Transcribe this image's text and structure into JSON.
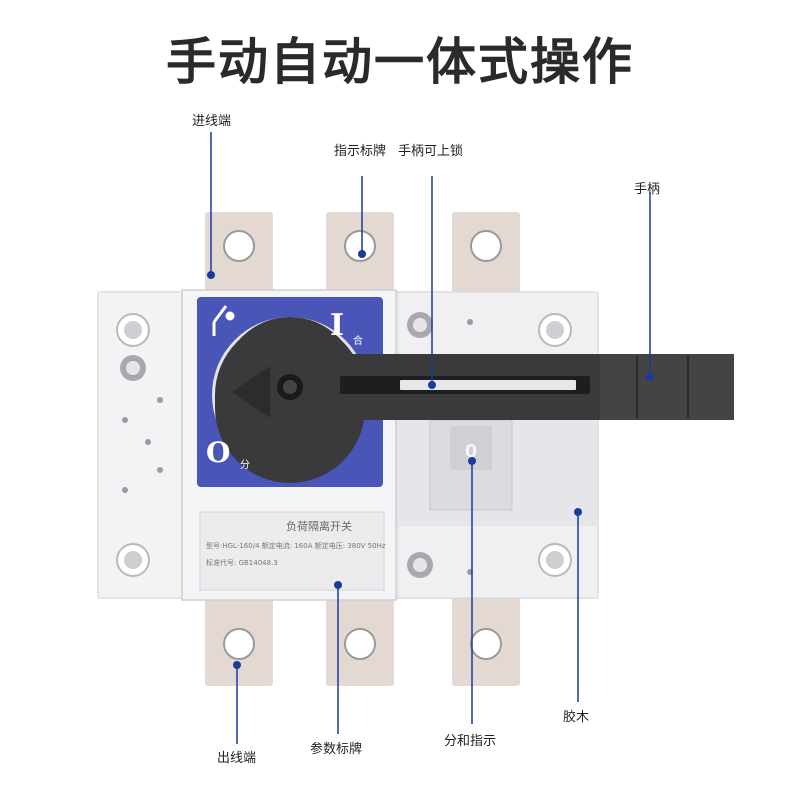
{
  "title": "手动自动一体式操作",
  "labels": {
    "inlet_terminal": "进线端",
    "indicator_plate": "指示标牌",
    "handle_lock": "手柄可上锁",
    "handle": "手柄",
    "outlet_terminal": "出线端",
    "parameter_plate": "参数标牌",
    "on_off_indicator": "分和指示",
    "bakelite": "胶木"
  },
  "dial": {
    "on_symbol": "I",
    "on_text": "合",
    "off_symbol": "O",
    "off_text": "分"
  },
  "nameplate": {
    "product": "负荷隔离开关",
    "model_line": "型号:HGL-160/4 额定电流: 160A  额定电压: 380V 50Hz",
    "standard_line": "标准代号: GB14048.3"
  },
  "window_indicator": "0",
  "colors": {
    "accent": "#1a3a9c",
    "dial_blue": "#4a55b8",
    "handle": "#3a3a3c",
    "terminal": "#e3d9d2"
  }
}
